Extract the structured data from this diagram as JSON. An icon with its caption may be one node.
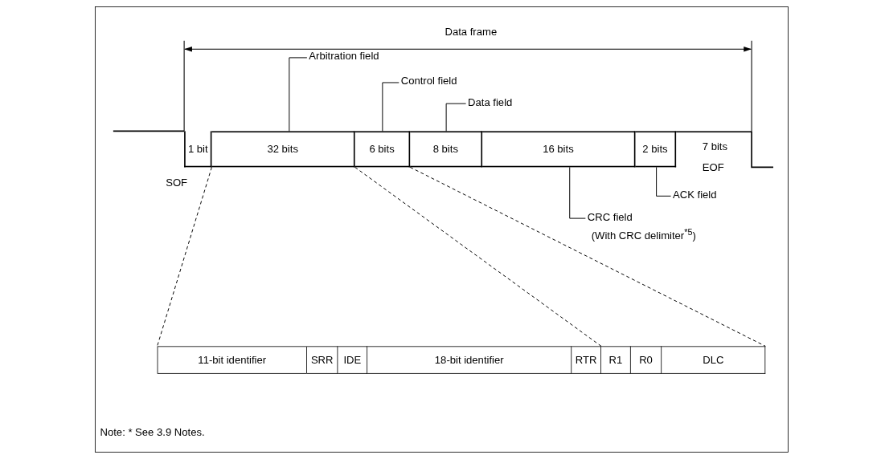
{
  "diagram": {
    "nodes": [
      {
        "text": [
          "1 bit"
        ],
        "beside": [
          "SOF"
        ]
      },
      {
        "text": [
          "32 bits"
        ]
      },
      {
        "text": [
          "6 bits"
        ]
      },
      {
        "text": [
          "8 bits"
        ]
      },
      {
        "text": [
          "16 bits"
        ]
      },
      {
        "text": [
          "2 bits"
        ]
      },
      {
        "text": [
          "7 bits",
          "EOF"
        ]
      },
      {
        "text": [
          "Arbitration field"
        ]
      },
      {
        "text": [
          "Control field"
        ]
      },
      {
        "text": [
          "Data field"
        ]
      },
      {
        "text": [
          "CRC field",
          "(With CRC delimiter$^{*5}$)"
        ]
      },
      {
        "text": [
          "ACK field"
        ]
      },
      {
        "text": [
          "11-bit identifier"
        ]
      },
      {
        "text": [
          "SRR"
        ]
      },
      {
        "text": [
          "IDE"
        ]
      },
      {
        "text": [
          "18-bit identifier"
        ]
      },
      {
        "text": [
          "RTR"
        ]
      },
      {
        "text": [
          "R1"
        ]
      },
      {
        "text": [
          "R0"
        ]
      },
      {
        "text": [
          "DLC"
        ]
      }
    ],
    "edges": [
      {
        "from": 7,
        "to": 1,
        "arrow": "none"
      },
      {
        "from": 8,
        "to": 2,
        "arrow": "none"
      },
      {
        "from": 9,
        "to": 3,
        "arrow": "none"
      },
      {
        "from": 10,
        "to": 4,
        "arrow": "none"
      },
      {
        "from": 11,
        "to": 5,
        "arrow": "none"
      },
      {
        "from": 1,
        "to": 12,
        "arrow": "none",
        "style": "dashed"
      },
      {
        "from": 1,
        "to": 16,
        "arrow": "none",
        "style": "dashed"
      },
      {
        "from": 2,
        "to": 19,
        "arrow": "none",
        "style": "dashed"
      }
    ],
    "labels": [
      "Data frame",
      "Note: * See 3.9 Notes."
    ]
  }
}
